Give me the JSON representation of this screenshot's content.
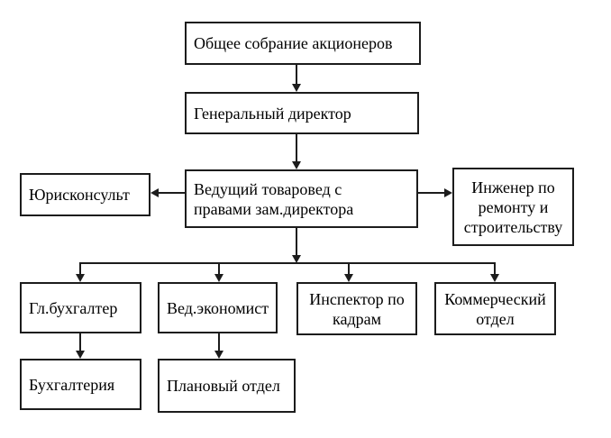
{
  "diagram": {
    "type": "org-chart",
    "colors": {
      "background": "#ffffff",
      "line": "#1c1c1c",
      "box_border": "#1c1c1c",
      "text": "#000000"
    },
    "nodes": {
      "shareholders": {
        "label": "Общее собрание акционеров"
      },
      "general_director": {
        "label": "Генеральный директор"
      },
      "lead_merchandiser": {
        "label": "Ведущий товаровед с\nправами зам.директора"
      },
      "legal_counsel": {
        "label": "Юрисконсульт"
      },
      "repair_engineer": {
        "label": "Инженер по\nремонту и\nстроительству"
      },
      "chief_accountant": {
        "label": "Гл.бухгалтер"
      },
      "lead_economist": {
        "label": "Вед.экономист"
      },
      "hr_inspector": {
        "label": "Инспектор по\nкадрам"
      },
      "commercial_dept": {
        "label": "Коммерческий\nотдел"
      },
      "accounting": {
        "label": "Бухгалтерия"
      },
      "planning_dept": {
        "label": "Плановый отдел"
      }
    },
    "edges": [
      {
        "from": "shareholders",
        "to": "general_director"
      },
      {
        "from": "general_director",
        "to": "lead_merchandiser"
      },
      {
        "from": "lead_merchandiser",
        "to": "legal_counsel"
      },
      {
        "from": "lead_merchandiser",
        "to": "repair_engineer"
      },
      {
        "from": "lead_merchandiser",
        "to": "chief_accountant"
      },
      {
        "from": "lead_merchandiser",
        "to": "lead_economist"
      },
      {
        "from": "lead_merchandiser",
        "to": "hr_inspector"
      },
      {
        "from": "lead_merchandiser",
        "to": "commercial_dept"
      },
      {
        "from": "chief_accountant",
        "to": "accounting"
      },
      {
        "from": "lead_economist",
        "to": "planning_dept"
      }
    ]
  }
}
